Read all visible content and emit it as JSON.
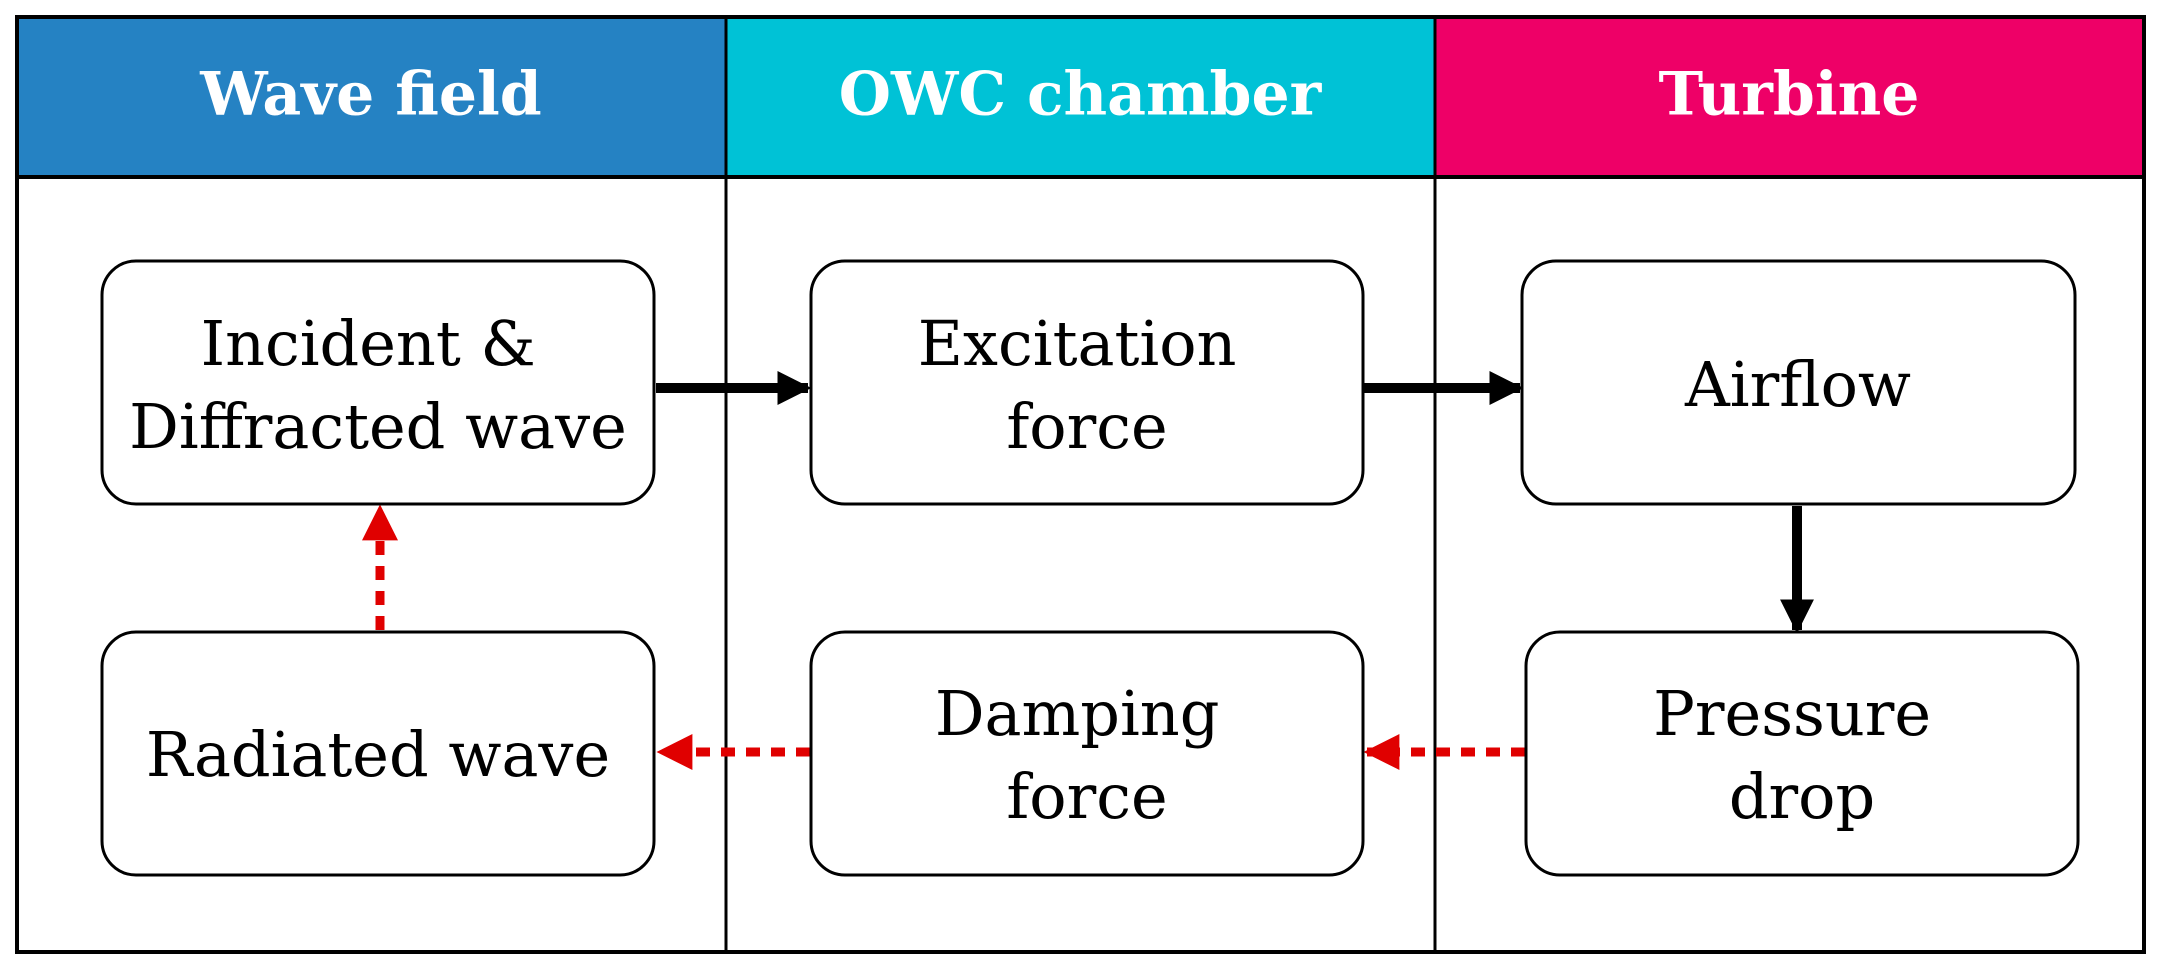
{
  "colors": {
    "wave_field_header": "#2582C3",
    "owc_chamber_header": "#00C2D6",
    "turbine_header": "#EE0067",
    "feedback_arrow": "#E00000",
    "forward_arrow": "#000000"
  },
  "columns": [
    {
      "header": "Wave field"
    },
    {
      "header": "OWC chamber"
    },
    {
      "header": "Turbine"
    }
  ],
  "boxes": {
    "incident_diffracted": [
      "Incident &",
      "Diffracted wave"
    ],
    "excitation_force": [
      "Excitation",
      "force"
    ],
    "airflow": [
      "Airflow"
    ],
    "radiated_wave": [
      "Radiated wave"
    ],
    "damping_force": [
      "Damping",
      "force"
    ],
    "pressure_drop": [
      "Pressure",
      "drop"
    ]
  }
}
